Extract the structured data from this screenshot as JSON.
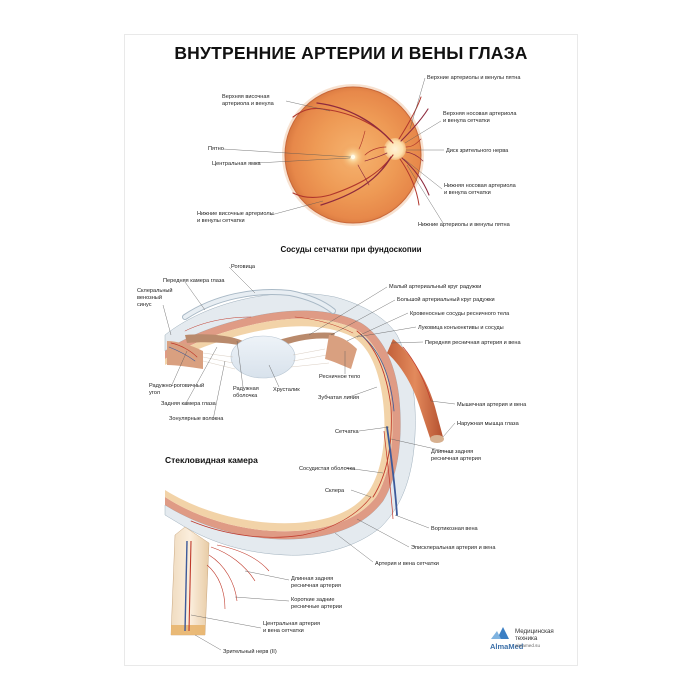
{
  "title": "ВНУТРЕННИЕ АРТЕРИИ И ВЕНЫ ГЛАЗА",
  "fundus": {
    "caption": "Сосуды сетчатки при фундоскопии",
    "labels": {
      "sup_temporal": [
        "Верхняя височная",
        "артериола и венула"
      ],
      "macula": "Пятно",
      "fovea": "Центральная ямка",
      "inf_temporal": [
        "Нижние височные артериолы",
        "и венулы сетчатки"
      ],
      "sup_arterioles": "Верхние артериолы и венулы пятна",
      "sup_nasal": [
        "Верхняя носовая артериола",
        "и венула сетчатки"
      ],
      "optic_disc": "Диск зрительного нерва",
      "inf_nasal": [
        "Нижняя носовая артериола",
        "и венула сетчатки"
      ],
      "inf_arterioles": "Нижние артериолы и венулы пятна"
    }
  },
  "section": {
    "vitreous_caption": "Стекловидная камера",
    "labels": {
      "cornea": "Роговица",
      "anterior_chamber": "Передняя камера глаза",
      "scleral_sinus": [
        "Склеральный",
        "венозный",
        "синус"
      ],
      "iridocorneal_angle": [
        "Радужно-роговичный",
        "угол"
      ],
      "posterior_chamber": "Задняя камера глаза",
      "zonular_fibers": "Зонулярные волокна",
      "iris": [
        "Радужная",
        "оболочка"
      ],
      "lens": "Хрусталик",
      "minor_circle": "Малый артериальный круг радужки",
      "major_circle": "Большой артериальный круг радужки",
      "ciliary_vessels": "Кровеносные сосуды ресничного тела",
      "conjunctiva": "Луковица конъюнктивы и сосуды",
      "ant_ciliary": "Передняя ресничная артерия и вена",
      "ciliary_body": "Ресничное тело",
      "ora_serrata": "Зубчатая линия",
      "muscle_vessels": "Мышечная артерия и вена",
      "lateral_rectus": "Наружная мышца глаза",
      "retina": "Сетчатка",
      "long_post_ciliary": [
        "Длинная задняя",
        "ресничная артерия"
      ],
      "choroid": "Сосудистая оболочка",
      "sclera": "Склера",
      "vortex_vein": "Вортикозная вена",
      "episcleral": "Эписклеральная артерия и вена",
      "retinal_vessels": "Артерия и вена сетчатки",
      "long_post_ciliary_2": [
        "Длинная задняя",
        "ресничная артерия"
      ],
      "short_post_ciliary": [
        "Короткие задние",
        "ресничные артерии"
      ],
      "central_retinal": [
        "Центральная артерия",
        "и вена сетчатки"
      ],
      "optic_nerve": "Зрительный нерв (II)"
    }
  },
  "brand": {
    "name": "AlmaMed",
    "tagline": [
      "Медицинская",
      "техника"
    ],
    "url": "almamed.su"
  }
}
